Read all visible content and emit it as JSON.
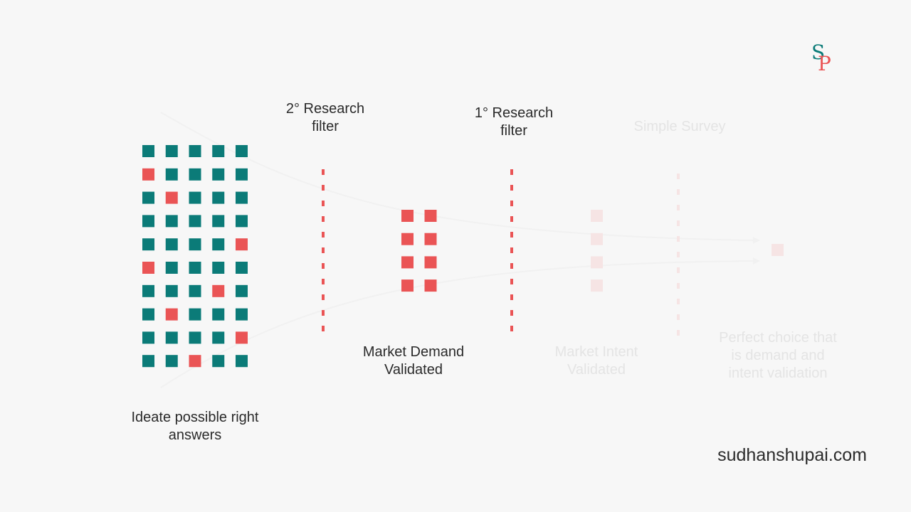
{
  "colors": {
    "background": "#f7f7f7",
    "teal": "#0b7b78",
    "red": "#ea5455",
    "red_faded": "#f6e4e4",
    "label_text": "#2a2a2a",
    "label_faded": "#e4e4e4",
    "arrow_line": "#f1f1f1"
  },
  "logo": {
    "s": "S",
    "p": "P"
  },
  "labels": {
    "ideate": [
      "Ideate possible right",
      "answers"
    ],
    "filter2": [
      "2° Research",
      "filter"
    ],
    "filter1": [
      "1° Research",
      "filter"
    ],
    "survey": [
      "Simple Survey"
    ],
    "demand": [
      "Market Demand",
      "Validated"
    ],
    "intent": [
      "Market Intent",
      "Validated"
    ],
    "perfect": [
      "Perfect choice that",
      "is demand and",
      "intent validation"
    ]
  },
  "footer": {
    "url": "sudhanshupai.com"
  },
  "grids": {
    "ideas": {
      "columns": 5,
      "rows": [
        [
          "teal",
          "teal",
          "teal",
          "teal",
          "teal"
        ],
        [
          "red",
          "teal",
          "teal",
          "teal",
          "teal"
        ],
        [
          "teal",
          "red",
          "teal",
          "teal",
          "teal"
        ],
        [
          "teal",
          "teal",
          "teal",
          "teal",
          "teal"
        ],
        [
          "teal",
          "teal",
          "teal",
          "teal",
          "red"
        ],
        [
          "red",
          "teal",
          "teal",
          "teal",
          "teal"
        ],
        [
          "teal",
          "teal",
          "teal",
          "red",
          "teal"
        ],
        [
          "teal",
          "red",
          "teal",
          "teal",
          "teal"
        ],
        [
          "teal",
          "teal",
          "teal",
          "teal",
          "red"
        ],
        [
          "teal",
          "teal",
          "red",
          "teal",
          "teal"
        ]
      ]
    },
    "demand": {
      "columns": 2,
      "rows": 4,
      "color": "red"
    },
    "intent": {
      "columns": 1,
      "rows": 4,
      "color": "red_faded"
    },
    "perfect": {
      "columns": 1,
      "rows": 1,
      "color": "red_faded"
    }
  },
  "filters": [
    {
      "name": "filter2",
      "color": "red"
    },
    {
      "name": "filter1",
      "color": "red"
    },
    {
      "name": "survey",
      "color": "red_faded"
    }
  ]
}
